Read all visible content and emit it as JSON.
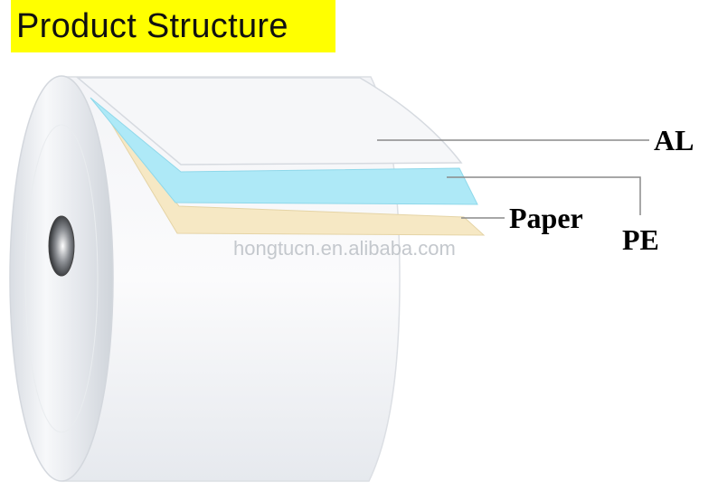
{
  "title": "Product Structure",
  "colors": {
    "banner": "#ffff00",
    "al_layer": "#f4f5f8",
    "pe_layer": "#aee9f7",
    "paper_layer": "#f6e8c4",
    "roll_body": "#eef0f4",
    "leader_line": "#8a8a8a"
  },
  "labels": {
    "al": "AL",
    "paper": "Paper",
    "pe": "PE"
  },
  "watermark": "hongtucn.en.alibaba.com"
}
